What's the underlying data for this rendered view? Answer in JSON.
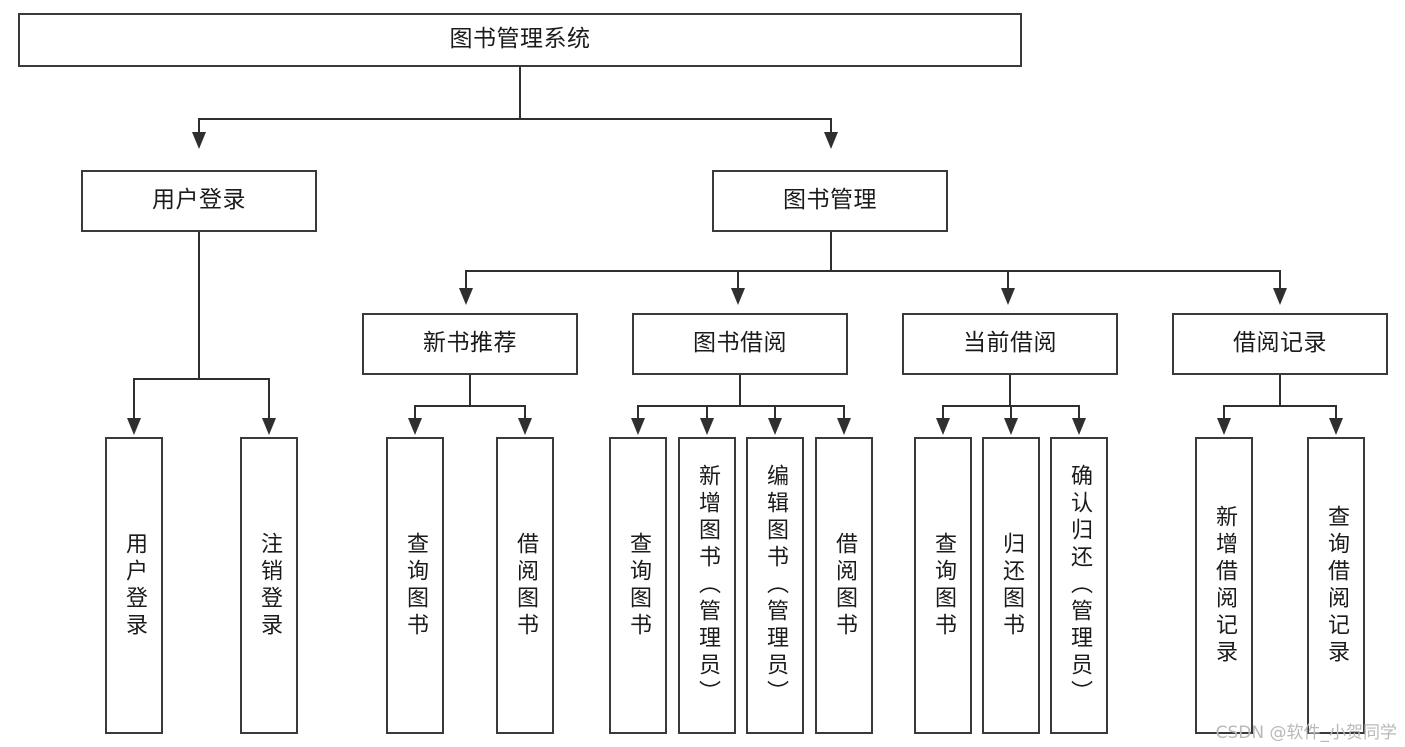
{
  "diagram": {
    "title": "图书管理系统",
    "watermark": "CSDN @软件_小贺同学",
    "colors": {
      "stroke": "#2f2f2f",
      "box_border": "#3a3a3a",
      "background": "#ffffff",
      "text": "#1b1b1b",
      "watermark": "#b9b9b9"
    },
    "levels": {
      "root": "图书管理系统",
      "level2": [
        "用户登录",
        "图书管理"
      ],
      "level3": [
        "新书推荐",
        "图书借阅",
        "当前借阅",
        "借阅记录"
      ]
    },
    "nodes": {
      "root": {
        "label": "图书管理系统"
      },
      "user_login": {
        "label": "用户登录"
      },
      "book_manage": {
        "label": "图书管理"
      },
      "new_book_rec": {
        "label": "新书推荐"
      },
      "book_borrow": {
        "label": "图书借阅"
      },
      "current_borrow": {
        "label": "当前借阅"
      },
      "borrow_record": {
        "label": "借阅记录"
      },
      "leaf_user_login": {
        "label": "用户登录"
      },
      "leaf_logout": {
        "label": "注销登录"
      },
      "leaf_query_book_1": {
        "label": "查询图书"
      },
      "leaf_borrow_book_1": {
        "label": "借阅图书"
      },
      "leaf_query_book_2": {
        "label": "查询图书"
      },
      "leaf_add_book": {
        "label": "新增图书（管理员）"
      },
      "leaf_edit_book": {
        "label": "编辑图书（管理员）"
      },
      "leaf_borrow_book_2": {
        "label": "借阅图书"
      },
      "leaf_query_book_3": {
        "label": "查询图书"
      },
      "leaf_return_book": {
        "label": "归还图书"
      },
      "leaf_confirm_return": {
        "label": "确认归还（管理员）"
      },
      "leaf_add_record": {
        "label": "新增借阅记录"
      },
      "leaf_query_record": {
        "label": "查询借阅记录"
      }
    }
  }
}
